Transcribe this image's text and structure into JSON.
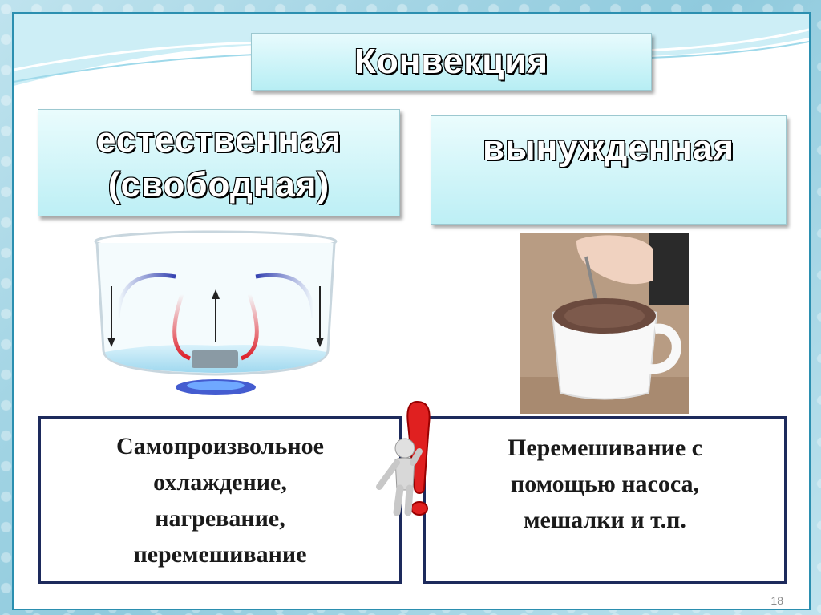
{
  "title": "Конвекция",
  "natural": {
    "line1": "естественная",
    "line2": "(свободная)",
    "description": [
      "Самопроизвольное",
      "охлаждение,",
      "нагревание,",
      "перемешивание"
    ]
  },
  "forced": {
    "label": "вынужденная",
    "description": [
      "Перемешивание с",
      "помощью насоса,",
      "мешалки и т.п."
    ]
  },
  "page_number": "18",
  "colors": {
    "accent": "#2b8fb0",
    "box_fill": "#bdeff5",
    "desc_border": "#1d2a5c",
    "warm_arrow": "#e0202a",
    "cold_arrow": "#3340b0"
  }
}
